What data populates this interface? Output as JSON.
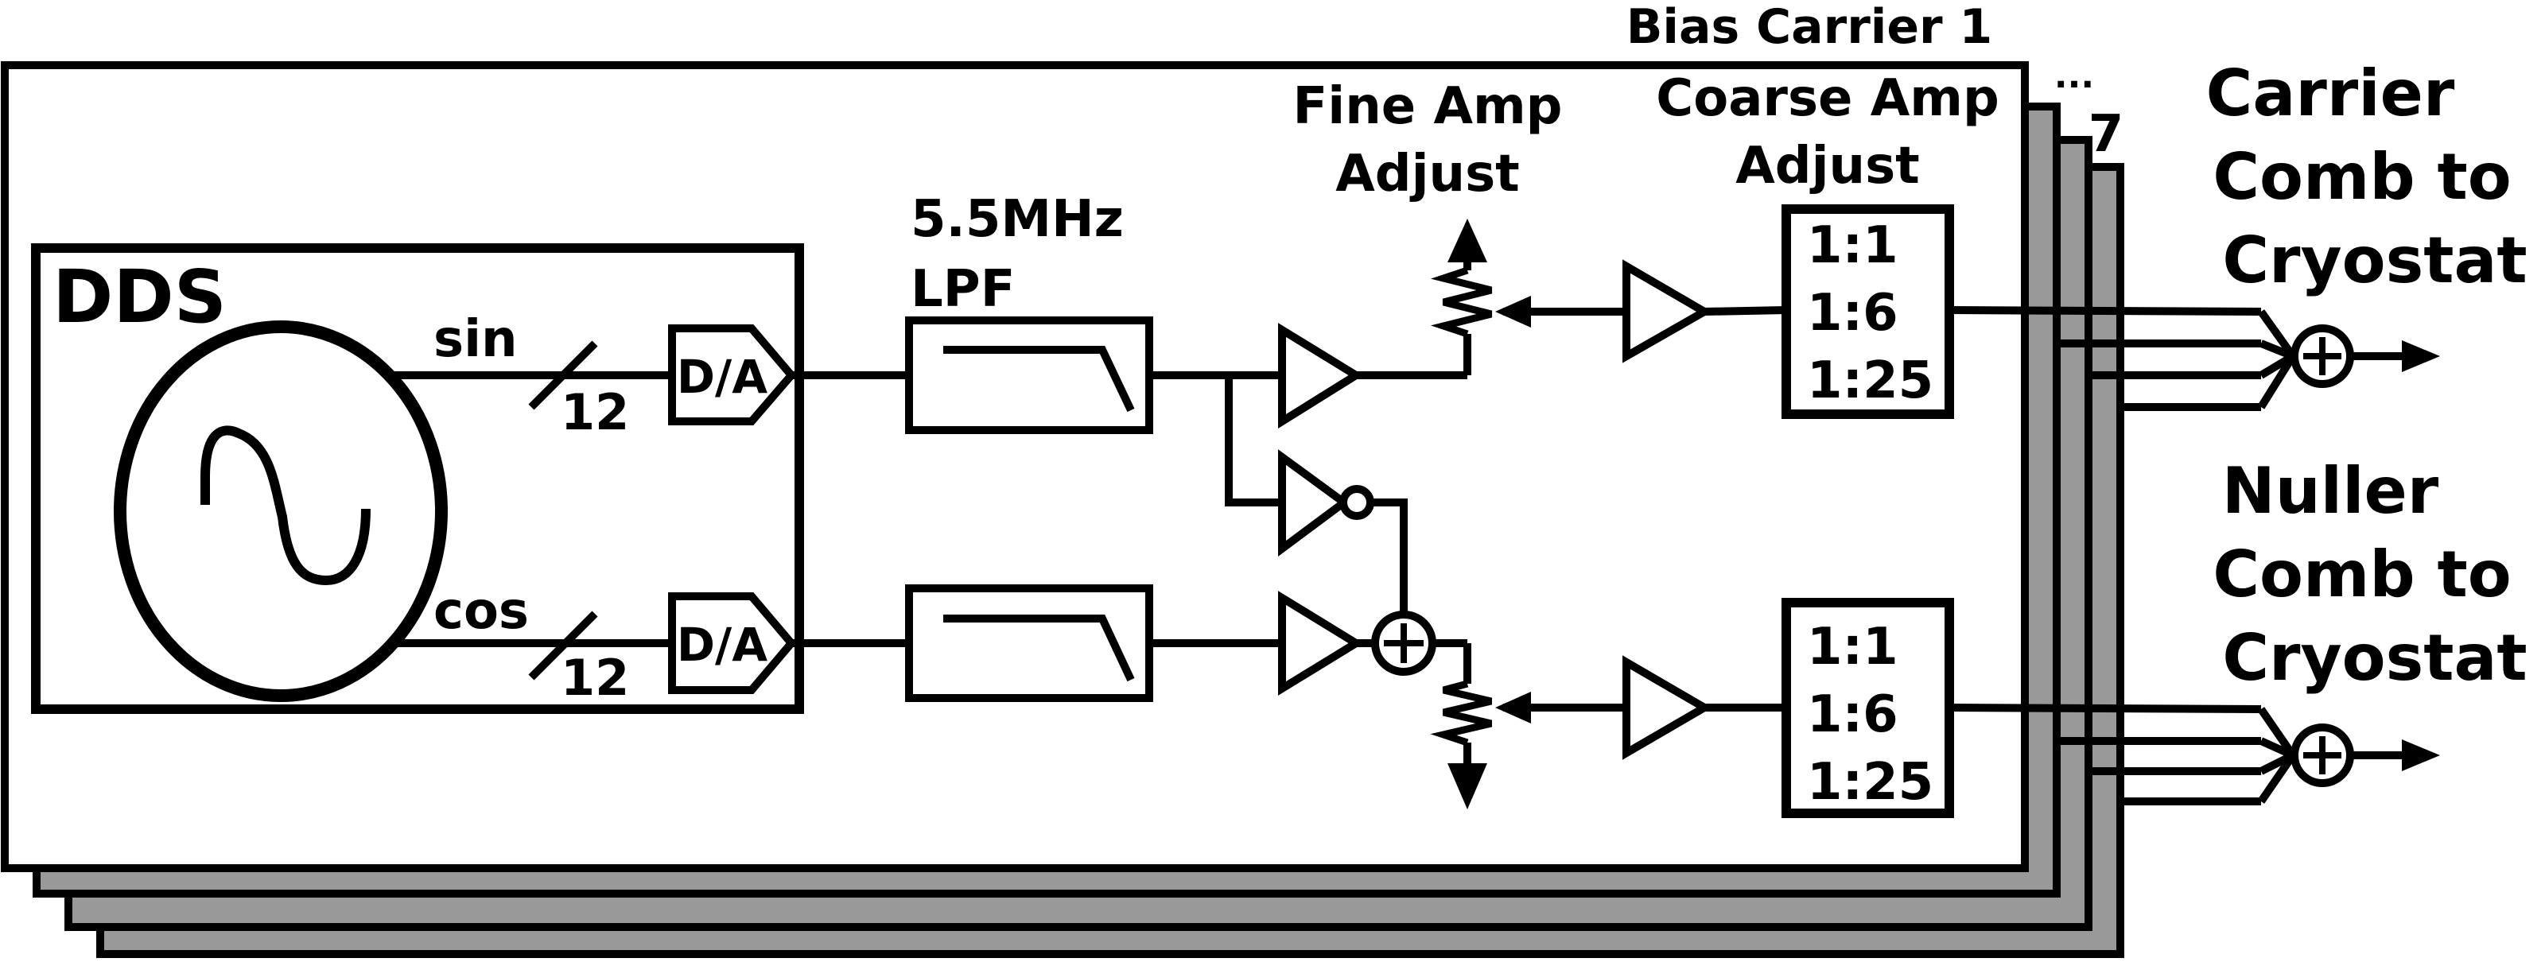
{
  "diagram": {
    "bias_carrier_label": "Bias Carrier 1",
    "stack_ellipsis": "...",
    "stack_count": "7",
    "dds_label": "DDS",
    "sin_label": "sin",
    "cos_label": "cos",
    "bus_width_sin": "12",
    "bus_width_cos": "12",
    "dac_label_top": "D/A",
    "dac_label_bottom": "D/A",
    "lpf_label_line1": "5.5MHz",
    "lpf_label_line2": "LPF",
    "fine_amp_line1": "Fine Amp",
    "fine_amp_line2": "Adjust",
    "coarse_amp_line1": "Coarse Amp",
    "coarse_amp_line2": "Adjust",
    "ratio_top": [
      "1:1",
      "1:6",
      "1:25"
    ],
    "ratio_bottom": [
      "1:1",
      "1:6",
      "1:25"
    ],
    "carrier_output": [
      "Carrier",
      "Comb to",
      "Cryostat"
    ],
    "nuller_output": [
      "Nuller",
      "Comb to",
      "Cryostat"
    ]
  }
}
